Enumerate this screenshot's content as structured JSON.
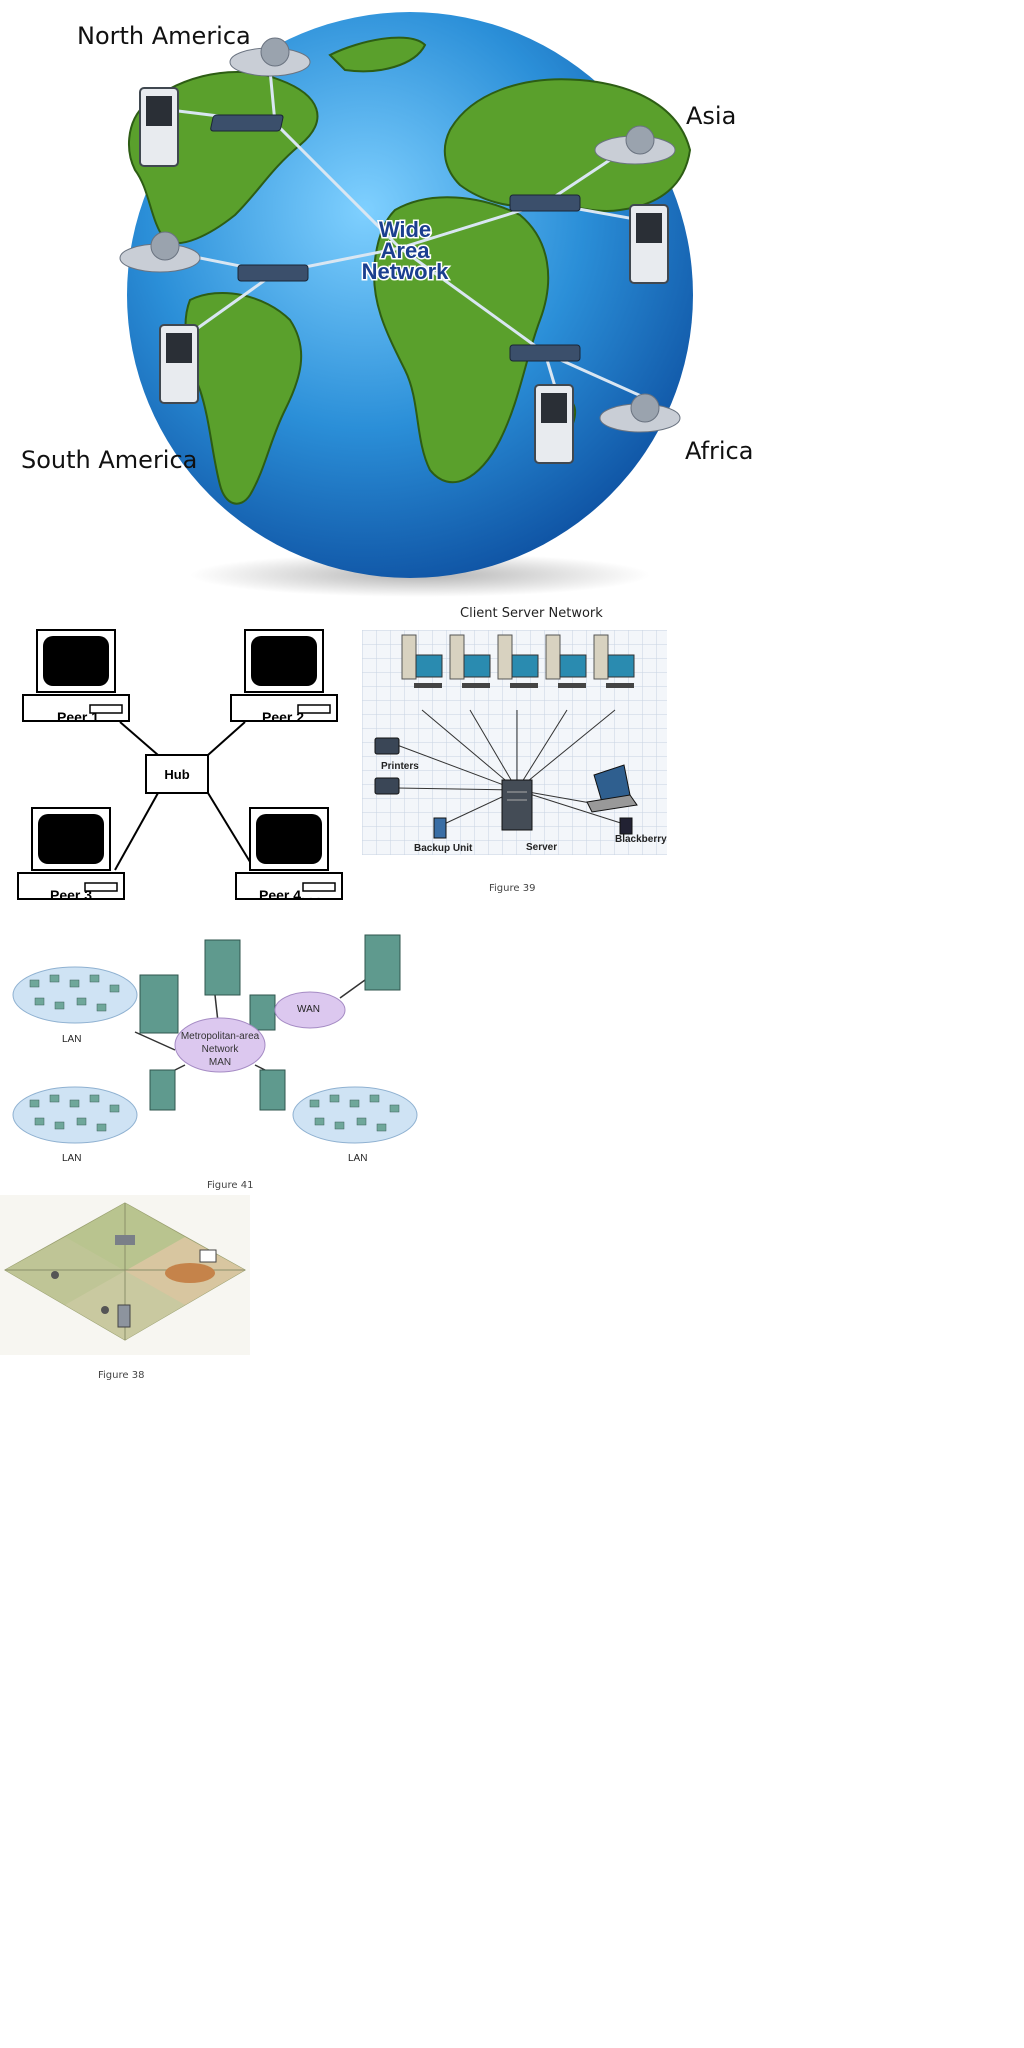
{
  "wan": {
    "center_label_lines": [
      "Wide",
      "Area",
      "Network"
    ],
    "regions": {
      "north_america": "North America",
      "asia": "Asia",
      "south_america": "South America",
      "africa": "Africa"
    }
  },
  "p2p": {
    "hub_label": "Hub",
    "peers": [
      "Peer 1",
      "Peer 2",
      "Peer 3",
      "Peer 4. . ."
    ]
  },
  "client_server": {
    "title": "Client Server Network",
    "labels": {
      "printers": "Printers",
      "backup": "Backup Unit",
      "server": "Server",
      "blackberry": "Blackberry"
    },
    "caption": "Figure 39"
  },
  "man": {
    "man_label_lines": [
      "Metropolitan-area",
      "Network",
      "MAN"
    ],
    "wan_label": "WAN",
    "lan_labels": [
      "LAN",
      "LAN",
      "LAN"
    ],
    "caption": "Figure 41"
  },
  "wireless_office": {
    "caption": "Figure 38"
  },
  "colors": {
    "ocean": "#2b8fd8",
    "land": "#5aa02c",
    "lan_ellipse": "#cfe3f4",
    "man_ellipse": "#dcc8ef",
    "building": "#5f9a8e"
  }
}
